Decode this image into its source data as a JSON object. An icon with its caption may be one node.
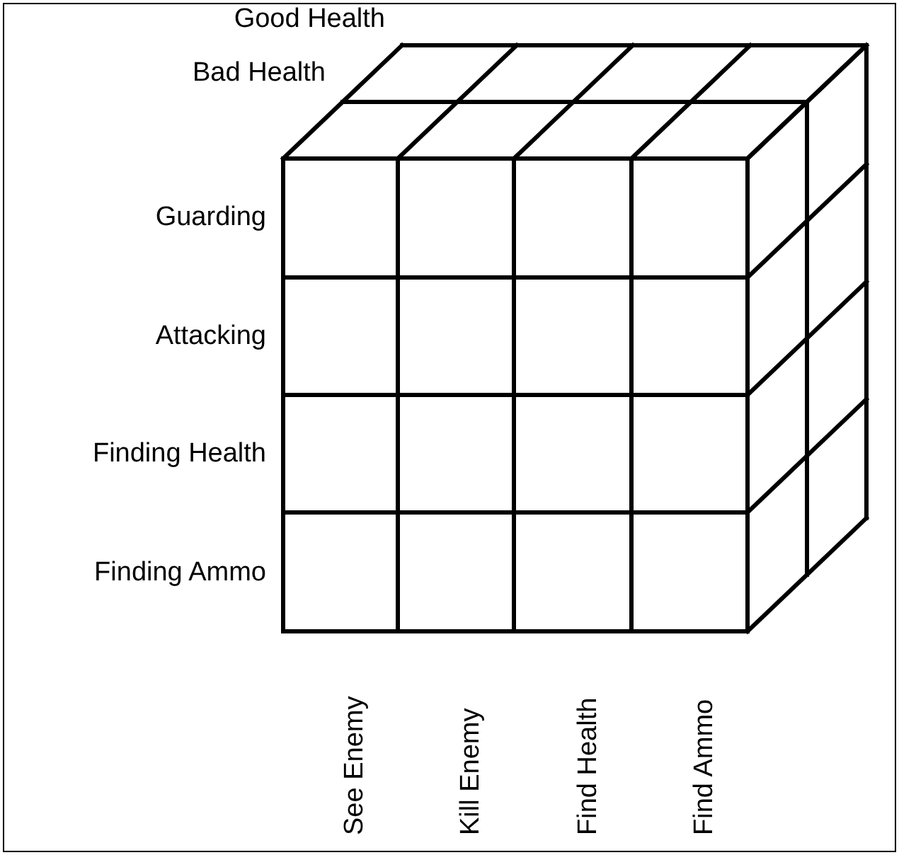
{
  "diagram": {
    "labels": [
      "Good Health",
      "Bad Health",
      "Guarding",
      "Attacking",
      "Finding Health",
      "Finding Ammo",
      "See Enemy",
      "Kill Enemy",
      "Find Health",
      "Find Ammo"
    ]
  }
}
